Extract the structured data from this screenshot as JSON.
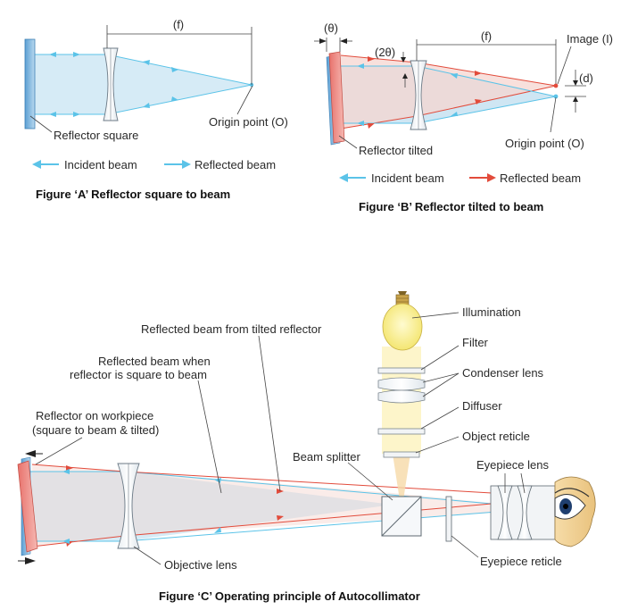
{
  "figure_a": {
    "caption": "Figure ‘A’ Reflector square to beam",
    "dim_top": "(f)",
    "reflector_label": "Reflector square",
    "origin_label": "Origin point (O)",
    "legend_incident": "Incident beam",
    "legend_reflected": "Reflected beam"
  },
  "figure_b": {
    "caption": "Figure ‘B’ Reflector tilted to beam",
    "theta_label": "(θ)",
    "two_theta_label": "(2θ)",
    "f_label": "(f)",
    "image_label": "Image (I)",
    "d_label": "(d)",
    "reflector_label": "Reflector tilted",
    "origin_label": "Origin point (O)",
    "legend_incident": "Incident beam",
    "legend_reflected": "Reflected beam"
  },
  "figure_c": {
    "caption": "Figure ‘C’ Operating principle of Autocollimator",
    "illumination": "Illumination",
    "filter": "Filter",
    "condenser_lens": "Condenser lens",
    "diffuser": "Diffuser",
    "object_reticle": "Object reticle",
    "beam_splitter": "Beam splitter",
    "eyepiece_lens": "Eyepiece lens",
    "eyepiece_reticle": "Eyepiece reticle",
    "objective_lens": "Objective lens",
    "reflected_tilted": "Reflected beam from tilted reflector",
    "reflected_square_1": "Reflected beam when",
    "reflected_square_2": "reflector is square to beam",
    "reflector_workpiece_1": "Reflector on workpiece",
    "reflector_workpiece_2": "(square to beam & tilted)"
  },
  "colors": {
    "incident": "#5bc3e8",
    "reflected": "#e24b3b",
    "beam_fill": "#cfe6f3",
    "red_fill": "#f3c9c4",
    "reflector_blue": "#7fb5dc",
    "reflector_red": "#e88a84"
  }
}
